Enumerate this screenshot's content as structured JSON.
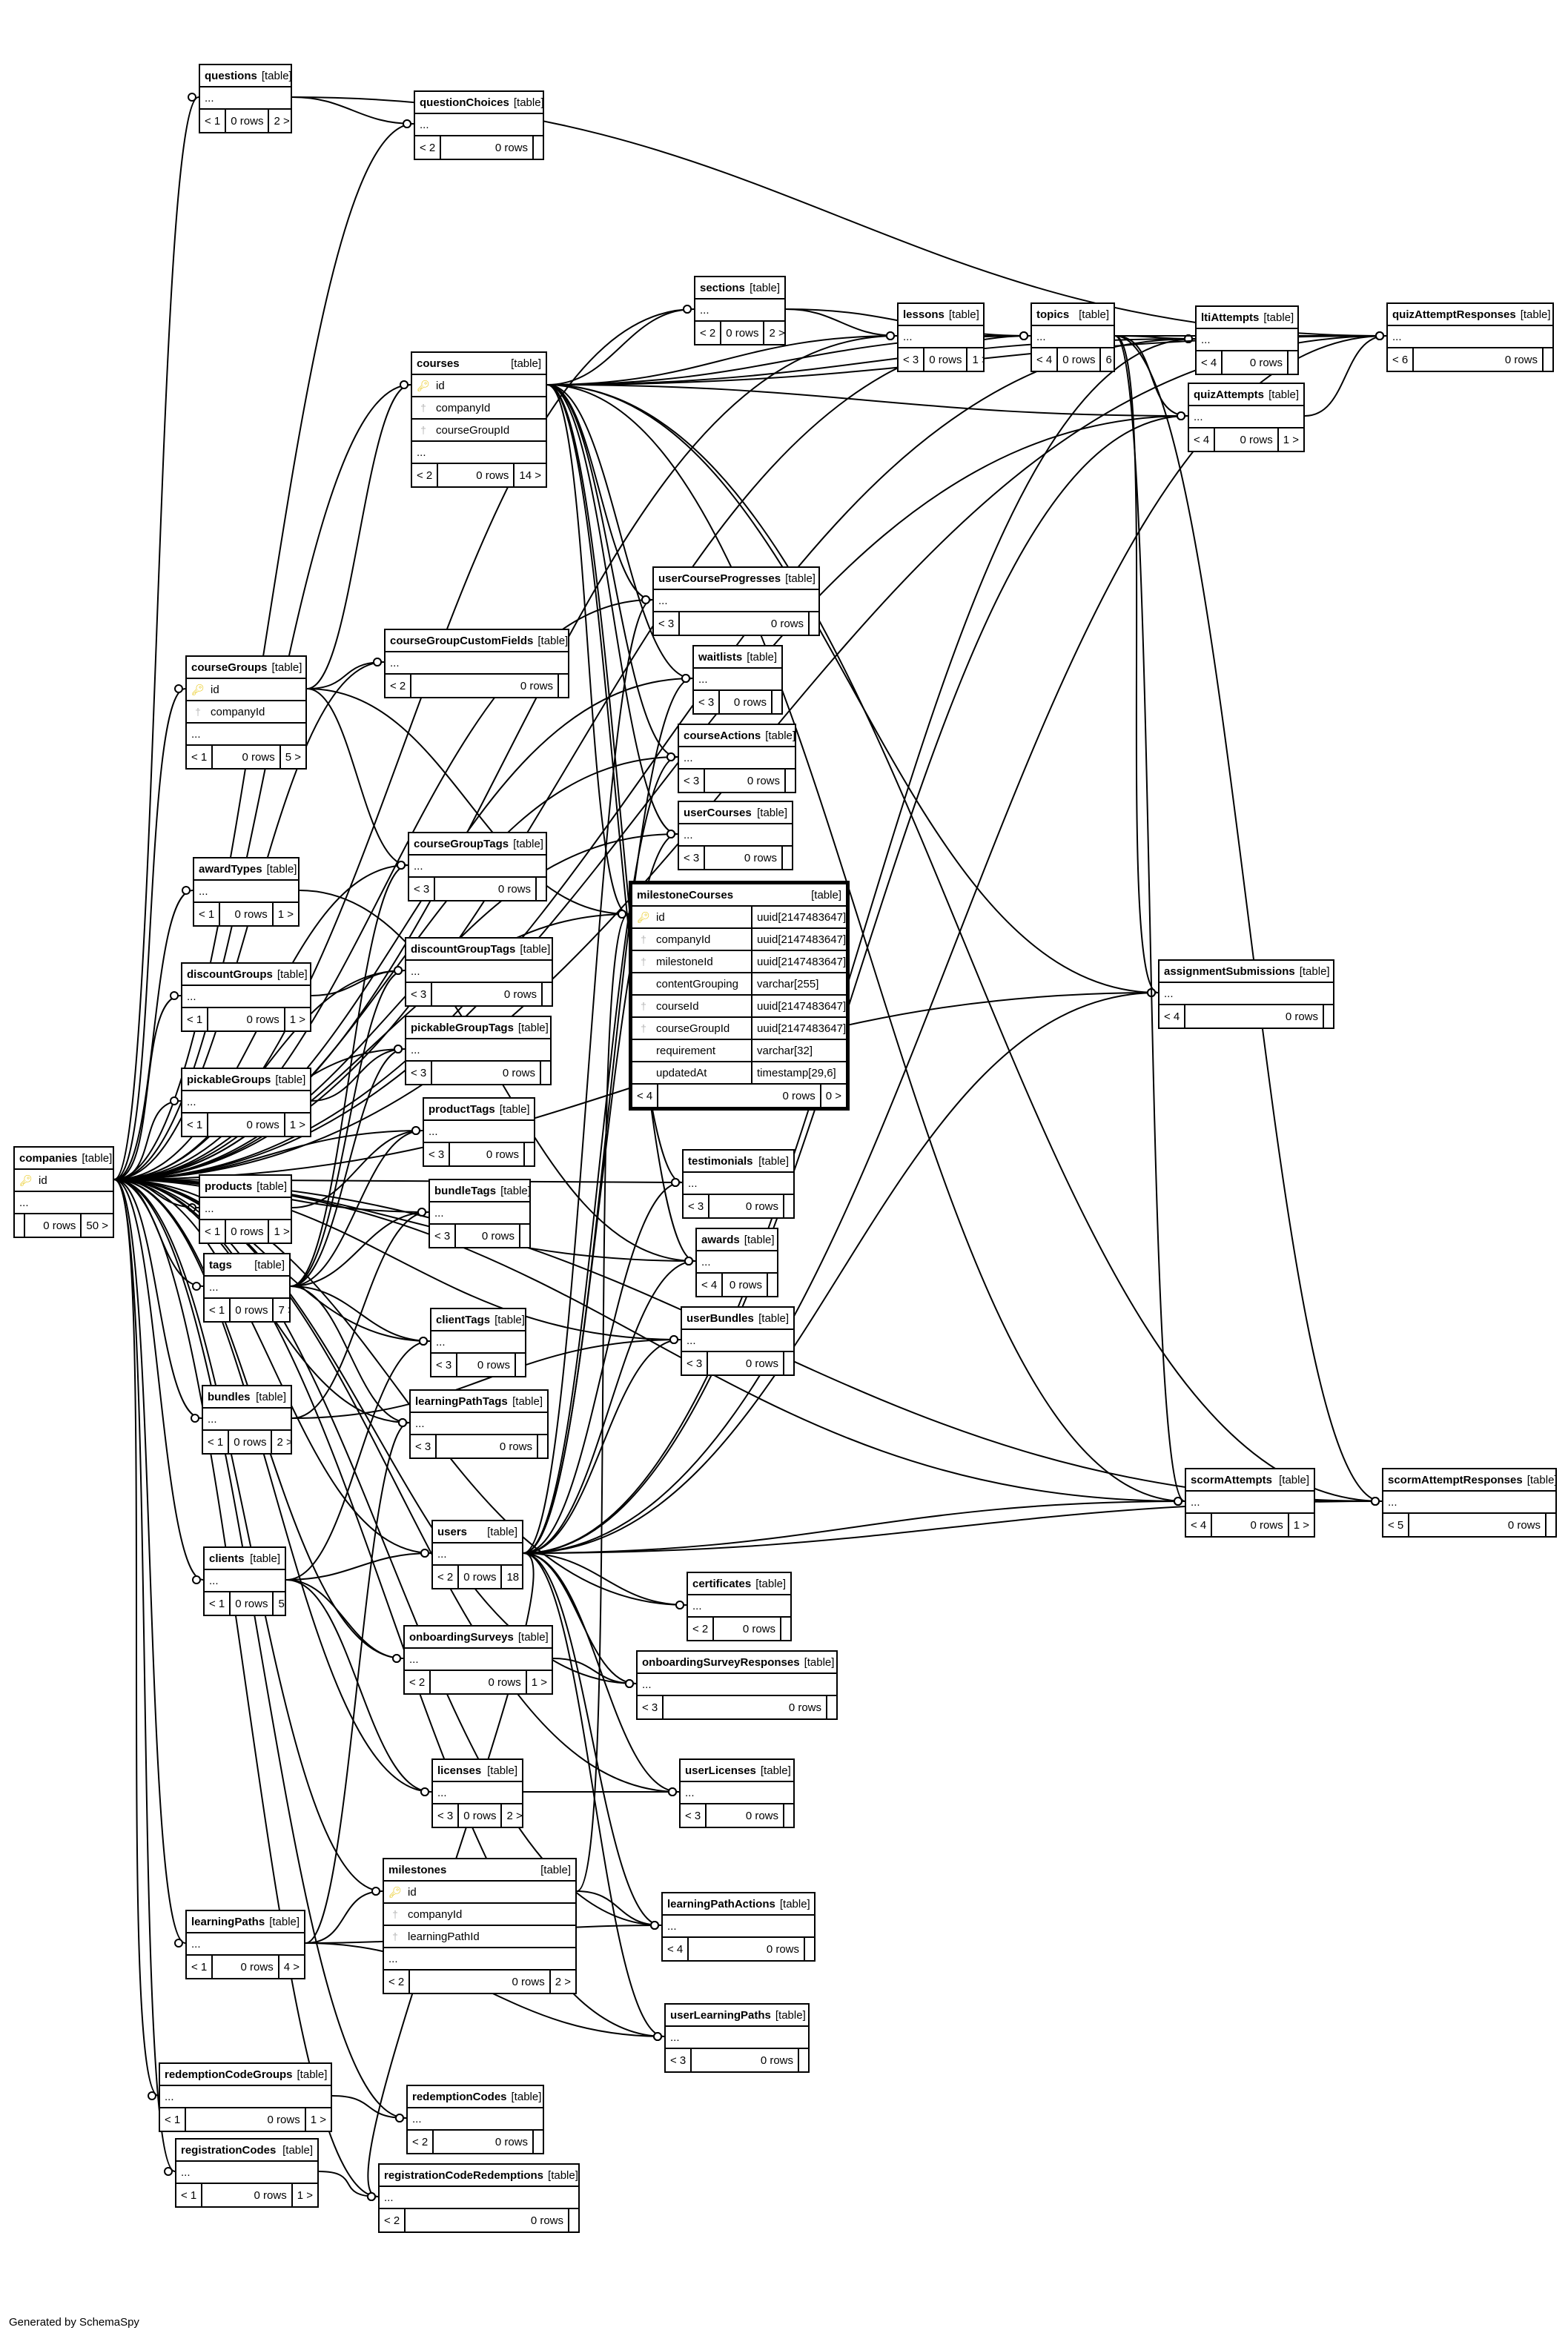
{
  "footer": "Generated by SchemaSpy",
  "tables": [
    {
      "name": "questions",
      "kind": "[table]",
      "ellipsis": "...",
      "parents": "< 1",
      "rows": "0 rows",
      "children": "2 >"
    },
    {
      "name": "questionChoices",
      "kind": "[table]",
      "ellipsis": "...",
      "parents": "< 2",
      "rows": "0 rows",
      "children": ""
    },
    {
      "name": "sections",
      "kind": "[table]",
      "ellipsis": "...",
      "parents": "< 2",
      "rows": "0 rows",
      "children": "2 >"
    },
    {
      "name": "lessons",
      "kind": "[table]",
      "ellipsis": "...",
      "parents": "< 3",
      "rows": "0 rows",
      "children": "1 >"
    },
    {
      "name": "topics",
      "kind": "[table]",
      "ellipsis": "...",
      "parents": "< 4",
      "rows": "0 rows",
      "children": "6 >"
    },
    {
      "name": "ltiAttempts",
      "kind": "[table]",
      "ellipsis": "...",
      "parents": "< 4",
      "rows": "0 rows",
      "children": ""
    },
    {
      "name": "quizAttemptResponses",
      "kind": "[table]",
      "ellipsis": "...",
      "parents": "< 6",
      "rows": "0 rows",
      "children": ""
    },
    {
      "name": "quizAttempts",
      "kind": "[table]",
      "ellipsis": "...",
      "parents": "< 4",
      "rows": "0 rows",
      "children": "1 >"
    },
    {
      "name": "courses",
      "kind": "[table]",
      "columns": [
        {
          "name": "id",
          "key": "pk"
        },
        {
          "name": "companyId",
          "key": "fk"
        },
        {
          "name": "courseGroupId",
          "key": "fk"
        }
      ],
      "ellipsis": "...",
      "parents": "< 2",
      "rows": "0 rows",
      "children": "14 >"
    },
    {
      "name": "userCourseProgresses",
      "kind": "[table]",
      "ellipsis": "...",
      "parents": "< 3",
      "rows": "0 rows",
      "children": ""
    },
    {
      "name": "courseGroupCustomFields",
      "kind": "[table]",
      "ellipsis": "...",
      "parents": "< 2",
      "rows": "0 rows",
      "children": ""
    },
    {
      "name": "courseGroups",
      "kind": "[table]",
      "columns": [
        {
          "name": "id",
          "key": "pk"
        },
        {
          "name": "companyId",
          "key": "fk"
        }
      ],
      "ellipsis": "...",
      "parents": "< 1",
      "rows": "0 rows",
      "children": "5 >"
    },
    {
      "name": "waitlists",
      "kind": "[table]",
      "ellipsis": "...",
      "parents": "< 3",
      "rows": "0 rows",
      "children": ""
    },
    {
      "name": "courseActions",
      "kind": "[table]",
      "ellipsis": "...",
      "parents": "< 3",
      "rows": "0 rows",
      "children": ""
    },
    {
      "name": "userCourses",
      "kind": "[table]",
      "ellipsis": "...",
      "parents": "< 3",
      "rows": "0 rows",
      "children": ""
    },
    {
      "name": "courseGroupTags",
      "kind": "[table]",
      "ellipsis": "...",
      "parents": "< 3",
      "rows": "0 rows",
      "children": ""
    },
    {
      "name": "awardTypes",
      "kind": "[table]",
      "ellipsis": "...",
      "parents": "< 1",
      "rows": "0 rows",
      "children": "1 >"
    },
    {
      "name": "milestoneCourses",
      "kind": "[table]",
      "focus": true,
      "columns": [
        {
          "name": "id",
          "key": "pk",
          "type": "uuid[2147483647]"
        },
        {
          "name": "companyId",
          "key": "fk",
          "type": "uuid[2147483647]"
        },
        {
          "name": "milestoneId",
          "key": "fk",
          "type": "uuid[2147483647]"
        },
        {
          "name": "contentGrouping",
          "key": "",
          "type": "varchar[255]"
        },
        {
          "name": "courseId",
          "key": "fk",
          "type": "uuid[2147483647]"
        },
        {
          "name": "courseGroupId",
          "key": "fk",
          "type": "uuid[2147483647]"
        },
        {
          "name": "requirement",
          "key": "",
          "type": "varchar[32]"
        },
        {
          "name": "updatedAt",
          "key": "",
          "type": "timestamp[29,6]"
        }
      ],
      "parents": "< 4",
      "rows": "0 rows",
      "children": "0 >"
    },
    {
      "name": "assignmentSubmissions",
      "kind": "[table]",
      "ellipsis": "...",
      "parents": "< 4",
      "rows": "0 rows",
      "children": ""
    },
    {
      "name": "discountGroups",
      "kind": "[table]",
      "ellipsis": "...",
      "parents": "< 1",
      "rows": "0 rows",
      "children": "1 >"
    },
    {
      "name": "discountGroupTags",
      "kind": "[table]",
      "ellipsis": "...",
      "parents": "< 3",
      "rows": "0 rows",
      "children": ""
    },
    {
      "name": "pickableGroupTags",
      "kind": "[table]",
      "ellipsis": "...",
      "parents": "< 3",
      "rows": "0 rows",
      "children": ""
    },
    {
      "name": "pickableGroups",
      "kind": "[table]",
      "ellipsis": "...",
      "parents": "< 1",
      "rows": "0 rows",
      "children": "1 >"
    },
    {
      "name": "productTags",
      "kind": "[table]",
      "ellipsis": "...",
      "parents": "< 3",
      "rows": "0 rows",
      "children": ""
    },
    {
      "name": "companies",
      "kind": "[table]",
      "columns": [
        {
          "name": "id",
          "key": "pk"
        }
      ],
      "ellipsis": "...",
      "parents": "",
      "rows": "0 rows",
      "children": "50 >"
    },
    {
      "name": "testimonials",
      "kind": "[table]",
      "ellipsis": "...",
      "parents": "< 3",
      "rows": "0 rows",
      "children": ""
    },
    {
      "name": "products",
      "kind": "[table]",
      "ellipsis": "...",
      "parents": "< 1",
      "rows": "0 rows",
      "children": "1 >"
    },
    {
      "name": "bundleTags",
      "kind": "[table]",
      "ellipsis": "...",
      "parents": "< 3",
      "rows": "0 rows",
      "children": ""
    },
    {
      "name": "awards",
      "kind": "[table]",
      "ellipsis": "...",
      "parents": "< 4",
      "rows": "0 rows",
      "children": ""
    },
    {
      "name": "tags",
      "kind": "[table]",
      "ellipsis": "...",
      "parents": "< 1",
      "rows": "0 rows",
      "children": "7 >"
    },
    {
      "name": "userBundles",
      "kind": "[table]",
      "ellipsis": "...",
      "parents": "< 3",
      "rows": "0 rows",
      "children": ""
    },
    {
      "name": "clientTags",
      "kind": "[table]",
      "ellipsis": "...",
      "parents": "< 3",
      "rows": "0 rows",
      "children": ""
    },
    {
      "name": "bundles",
      "kind": "[table]",
      "ellipsis": "...",
      "parents": "< 1",
      "rows": "0 rows",
      "children": "2 >"
    },
    {
      "name": "learningPathTags",
      "kind": "[table]",
      "ellipsis": "...",
      "parents": "< 3",
      "rows": "0 rows",
      "children": ""
    },
    {
      "name": "scormAttempts",
      "kind": "[table]",
      "ellipsis": "...",
      "parents": "< 4",
      "rows": "0 rows",
      "children": "1 >"
    },
    {
      "name": "scormAttemptResponses",
      "kind": "[table]",
      "ellipsis": "...",
      "parents": "< 5",
      "rows": "0 rows",
      "children": ""
    },
    {
      "name": "users",
      "kind": "[table]",
      "ellipsis": "...",
      "parents": "< 2",
      "rows": "0 rows",
      "children": "18 >"
    },
    {
      "name": "clients",
      "kind": "[table]",
      "ellipsis": "...",
      "parents": "< 1",
      "rows": "0 rows",
      "children": "5 >"
    },
    {
      "name": "certificates",
      "kind": "[table]",
      "ellipsis": "...",
      "parents": "< 2",
      "rows": "0 rows",
      "children": ""
    },
    {
      "name": "onboardingSurveys",
      "kind": "[table]",
      "ellipsis": "...",
      "parents": "< 2",
      "rows": "0 rows",
      "children": "1 >"
    },
    {
      "name": "onboardingSurveyResponses",
      "kind": "[table]",
      "ellipsis": "...",
      "parents": "< 3",
      "rows": "0 rows",
      "children": ""
    },
    {
      "name": "licenses",
      "kind": "[table]",
      "ellipsis": "...",
      "parents": "< 3",
      "rows": "0 rows",
      "children": "2 >"
    },
    {
      "name": "userLicenses",
      "kind": "[table]",
      "ellipsis": "...",
      "parents": "< 3",
      "rows": "0 rows",
      "children": ""
    },
    {
      "name": "milestones",
      "kind": "[table]",
      "columns": [
        {
          "name": "id",
          "key": "pk"
        },
        {
          "name": "companyId",
          "key": "fk"
        },
        {
          "name": "learningPathId",
          "key": "fk"
        }
      ],
      "ellipsis": "...",
      "parents": "< 2",
      "rows": "0 rows",
      "children": "2 >"
    },
    {
      "name": "learningPaths",
      "kind": "[table]",
      "ellipsis": "...",
      "parents": "< 1",
      "rows": "0 rows",
      "children": "4 >"
    },
    {
      "name": "learningPathActions",
      "kind": "[table]",
      "ellipsis": "...",
      "parents": "< 4",
      "rows": "0 rows",
      "children": ""
    },
    {
      "name": "userLearningPaths",
      "kind": "[table]",
      "ellipsis": "...",
      "parents": "< 3",
      "rows": "0 rows",
      "children": ""
    },
    {
      "name": "redemptionCodeGroups",
      "kind": "[table]",
      "ellipsis": "...",
      "parents": "< 1",
      "rows": "0 rows",
      "children": "1 >"
    },
    {
      "name": "redemptionCodes",
      "kind": "[table]",
      "ellipsis": "...",
      "parents": "< 2",
      "rows": "0 rows",
      "children": ""
    },
    {
      "name": "registrationCodes",
      "kind": "[table]",
      "ellipsis": "...",
      "parents": "< 1",
      "rows": "0 rows",
      "children": "1 >"
    },
    {
      "name": "registrationCodeRedemptions",
      "kind": "[table]",
      "ellipsis": "...",
      "parents": "< 2",
      "rows": "0 rows",
      "children": ""
    }
  ],
  "edges": [
    [
      "companies",
      "questions"
    ],
    [
      "companies",
      "questionChoices"
    ],
    [
      "questions",
      "questionChoices"
    ],
    [
      "companies",
      "sections"
    ],
    [
      "courses",
      "sections"
    ],
    [
      "companies",
      "lessons"
    ],
    [
      "courses",
      "lessons"
    ],
    [
      "sections",
      "lessons"
    ],
    [
      "companies",
      "topics"
    ],
    [
      "courses",
      "topics"
    ],
    [
      "sections",
      "topics"
    ],
    [
      "lessons",
      "topics"
    ],
    [
      "companies",
      "ltiAttempts"
    ],
    [
      "topics",
      "ltiAttempts"
    ],
    [
      "users",
      "ltiAttempts"
    ],
    [
      "courses",
      "ltiAttempts"
    ],
    [
      "companies",
      "quizAttempts"
    ],
    [
      "topics",
      "quizAttempts"
    ],
    [
      "users",
      "quizAttempts"
    ],
    [
      "courses",
      "quizAttempts"
    ],
    [
      "companies",
      "quizAttemptResponses"
    ],
    [
      "quizAttempts",
      "quizAttemptResponses"
    ],
    [
      "topics",
      "quizAttemptResponses"
    ],
    [
      "users",
      "quizAttemptResponses"
    ],
    [
      "courses",
      "quizAttemptResponses"
    ],
    [
      "questions",
      "quizAttemptResponses"
    ],
    [
      "companies",
      "courses"
    ],
    [
      "courseGroups",
      "courses"
    ],
    [
      "companies",
      "userCourseProgresses"
    ],
    [
      "courses",
      "userCourseProgresses"
    ],
    [
      "users",
      "userCourseProgresses"
    ],
    [
      "companies",
      "courseGroupCustomFields"
    ],
    [
      "courseGroups",
      "courseGroupCustomFields"
    ],
    [
      "companies",
      "courseGroups"
    ],
    [
      "companies",
      "waitlists"
    ],
    [
      "courses",
      "waitlists"
    ],
    [
      "users",
      "waitlists"
    ],
    [
      "companies",
      "courseActions"
    ],
    [
      "courses",
      "courseActions"
    ],
    [
      "users",
      "courseActions"
    ],
    [
      "companies",
      "userCourses"
    ],
    [
      "courses",
      "userCourses"
    ],
    [
      "users",
      "userCourses"
    ],
    [
      "companies",
      "courseGroupTags"
    ],
    [
      "courseGroups",
      "courseGroupTags"
    ],
    [
      "tags",
      "courseGroupTags"
    ],
    [
      "companies",
      "awardTypes"
    ],
    [
      "companies",
      "milestoneCourses"
    ],
    [
      "milestones",
      "milestoneCourses"
    ],
    [
      "courses",
      "milestoneCourses"
    ],
    [
      "courseGroups",
      "milestoneCourses"
    ],
    [
      "companies",
      "assignmentSubmissions"
    ],
    [
      "topics",
      "assignmentSubmissions"
    ],
    [
      "users",
      "assignmentSubmissions"
    ],
    [
      "courses",
      "assignmentSubmissions"
    ],
    [
      "companies",
      "discountGroups"
    ],
    [
      "companies",
      "discountGroupTags"
    ],
    [
      "discountGroups",
      "discountGroupTags"
    ],
    [
      "tags",
      "discountGroupTags"
    ],
    [
      "companies",
      "pickableGroupTags"
    ],
    [
      "pickableGroups",
      "pickableGroupTags"
    ],
    [
      "tags",
      "pickableGroupTags"
    ],
    [
      "companies",
      "pickableGroups"
    ],
    [
      "companies",
      "productTags"
    ],
    [
      "products",
      "productTags"
    ],
    [
      "tags",
      "productTags"
    ],
    [
      "companies",
      "testimonials"
    ],
    [
      "courses",
      "testimonials"
    ],
    [
      "users",
      "testimonials"
    ],
    [
      "companies",
      "products"
    ],
    [
      "companies",
      "bundleTags"
    ],
    [
      "bundles",
      "bundleTags"
    ],
    [
      "tags",
      "bundleTags"
    ],
    [
      "companies",
      "awards"
    ],
    [
      "awardTypes",
      "awards"
    ],
    [
      "courses",
      "awards"
    ],
    [
      "users",
      "awards"
    ],
    [
      "companies",
      "tags"
    ],
    [
      "companies",
      "userBundles"
    ],
    [
      "bundles",
      "userBundles"
    ],
    [
      "users",
      "userBundles"
    ],
    [
      "companies",
      "clientTags"
    ],
    [
      "clients",
      "clientTags"
    ],
    [
      "tags",
      "clientTags"
    ],
    [
      "companies",
      "bundles"
    ],
    [
      "companies",
      "learningPathTags"
    ],
    [
      "learningPaths",
      "learningPathTags"
    ],
    [
      "tags",
      "learningPathTags"
    ],
    [
      "companies",
      "scormAttempts"
    ],
    [
      "topics",
      "scormAttempts"
    ],
    [
      "users",
      "scormAttempts"
    ],
    [
      "courses",
      "scormAttempts"
    ],
    [
      "companies",
      "scormAttemptResponses"
    ],
    [
      "scormAttempts",
      "scormAttemptResponses"
    ],
    [
      "topics",
      "scormAttemptResponses"
    ],
    [
      "users",
      "scormAttemptResponses"
    ],
    [
      "courses",
      "scormAttemptResponses"
    ],
    [
      "companies",
      "users"
    ],
    [
      "clients",
      "users"
    ],
    [
      "companies",
      "clients"
    ],
    [
      "companies",
      "certificates"
    ],
    [
      "users",
      "certificates"
    ],
    [
      "companies",
      "onboardingSurveys"
    ],
    [
      "clients",
      "onboardingSurveys"
    ],
    [
      "companies",
      "onboardingSurveyResponses"
    ],
    [
      "onboardingSurveys",
      "onboardingSurveyResponses"
    ],
    [
      "users",
      "onboardingSurveyResponses"
    ],
    [
      "companies",
      "licenses"
    ],
    [
      "clients",
      "licenses"
    ],
    [
      "companies",
      "userLicenses"
    ],
    [
      "licenses",
      "userLicenses"
    ],
    [
      "users",
      "userLicenses"
    ],
    [
      "companies",
      "milestones"
    ],
    [
      "learningPaths",
      "milestones"
    ],
    [
      "companies",
      "learningPaths"
    ],
    [
      "companies",
      "learningPathActions"
    ],
    [
      "learningPaths",
      "learningPathActions"
    ],
    [
      "users",
      "learningPathActions"
    ],
    [
      "milestones",
      "learningPathActions"
    ],
    [
      "companies",
      "userLearningPaths"
    ],
    [
      "learningPaths",
      "userLearningPaths"
    ],
    [
      "users",
      "userLearningPaths"
    ],
    [
      "companies",
      "redemptionCodeGroups"
    ],
    [
      "companies",
      "redemptionCodes"
    ],
    [
      "redemptionCodeGroups",
      "redemptionCodes"
    ],
    [
      "companies",
      "registrationCodes"
    ],
    [
      "companies",
      "registrationCodeRedemptions"
    ],
    [
      "registrationCodes",
      "registrationCodeRedemptions"
    ],
    [
      "users",
      "registrationCodeRedemptions"
    ]
  ]
}
